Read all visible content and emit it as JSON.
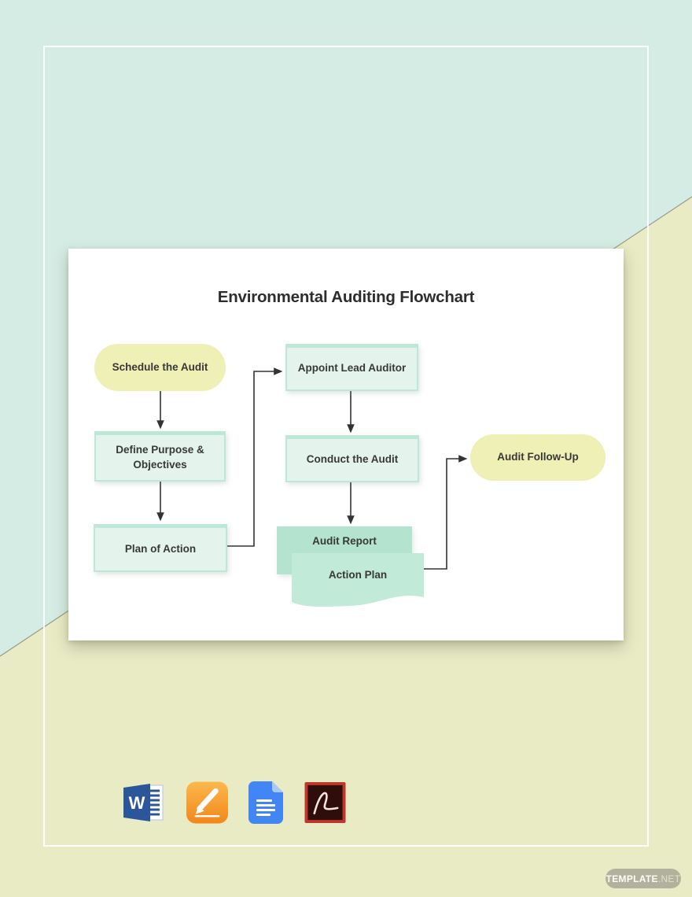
{
  "page": {
    "colors": {
      "background_mint": "#d5ece4",
      "background_yellow": "#e9ebc5",
      "diagonal_divider": "#80806e",
      "frame": "#ffffff",
      "card": "#ffffff",
      "node_yellow": "#eff0b5",
      "node_mint_light": "#e4f4ed",
      "node_mint_border": "#bde8d7",
      "node_mint_medium": "#b4e4d0",
      "node_mint_soft": "#c1ead9",
      "arrow": "#333333",
      "node_text": "#383838",
      "watermark_bg": "#b2b19b"
    }
  },
  "flowchart": {
    "title": "Environmental Auditing Flowchart",
    "nodes": {
      "schedule": {
        "label": "Schedule the Audit",
        "shape": "terminator"
      },
      "define": {
        "label": "Define Purpose & Objectives",
        "shape": "process"
      },
      "plan": {
        "label": "Plan of Action",
        "shape": "process"
      },
      "appoint": {
        "label": "Appoint Lead Auditor",
        "shape": "process"
      },
      "conduct": {
        "label": "Conduct the Audit",
        "shape": "process"
      },
      "report": {
        "label": "Audit Report",
        "shape": "card"
      },
      "action": {
        "label": "Action Plan",
        "shape": "document"
      },
      "followup": {
        "label": "Audit Follow-Up",
        "shape": "terminator"
      }
    },
    "edges": [
      "schedule -> define",
      "define -> plan",
      "plan -> appoint",
      "appoint -> conduct",
      "conduct -> report",
      "action -> followup"
    ]
  },
  "footer": {
    "format_icons": [
      {
        "name": "microsoft-word"
      },
      {
        "name": "apple-pages"
      },
      {
        "name": "google-docs"
      },
      {
        "name": "adobe-pdf"
      }
    ],
    "watermark": {
      "brand_bold": "TEMPLATE",
      "brand_suffix": ".NET"
    }
  }
}
